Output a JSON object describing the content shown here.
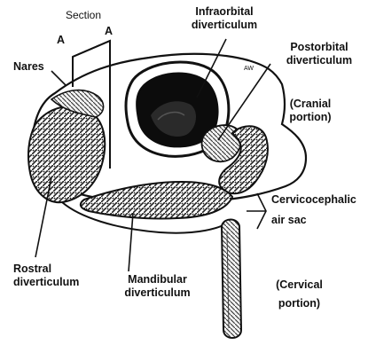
{
  "labels": {
    "section": "Section",
    "section_a_left": "A",
    "section_a_right": "A",
    "nares": "Nares",
    "infraorbital": [
      "Infraorbital",
      "diverticulum"
    ],
    "postorbital": [
      "Postorbital",
      "diverticulum"
    ],
    "cranial_portion": [
      "(Cranial",
      "portion)"
    ],
    "cervicocephalic": [
      "Cervicocephalic",
      "air sac"
    ],
    "rostral": [
      "Rostral",
      "diverticulum"
    ],
    "mandibular": [
      "Mandibular",
      "diverticulum"
    ],
    "cervical_portion": [
      "(Cervical",
      "portion)"
    ],
    "figure_mark": "AW"
  },
  "colors": {
    "ink": "#111111",
    "shading": "#3a3a3a",
    "background": "#ffffff"
  }
}
